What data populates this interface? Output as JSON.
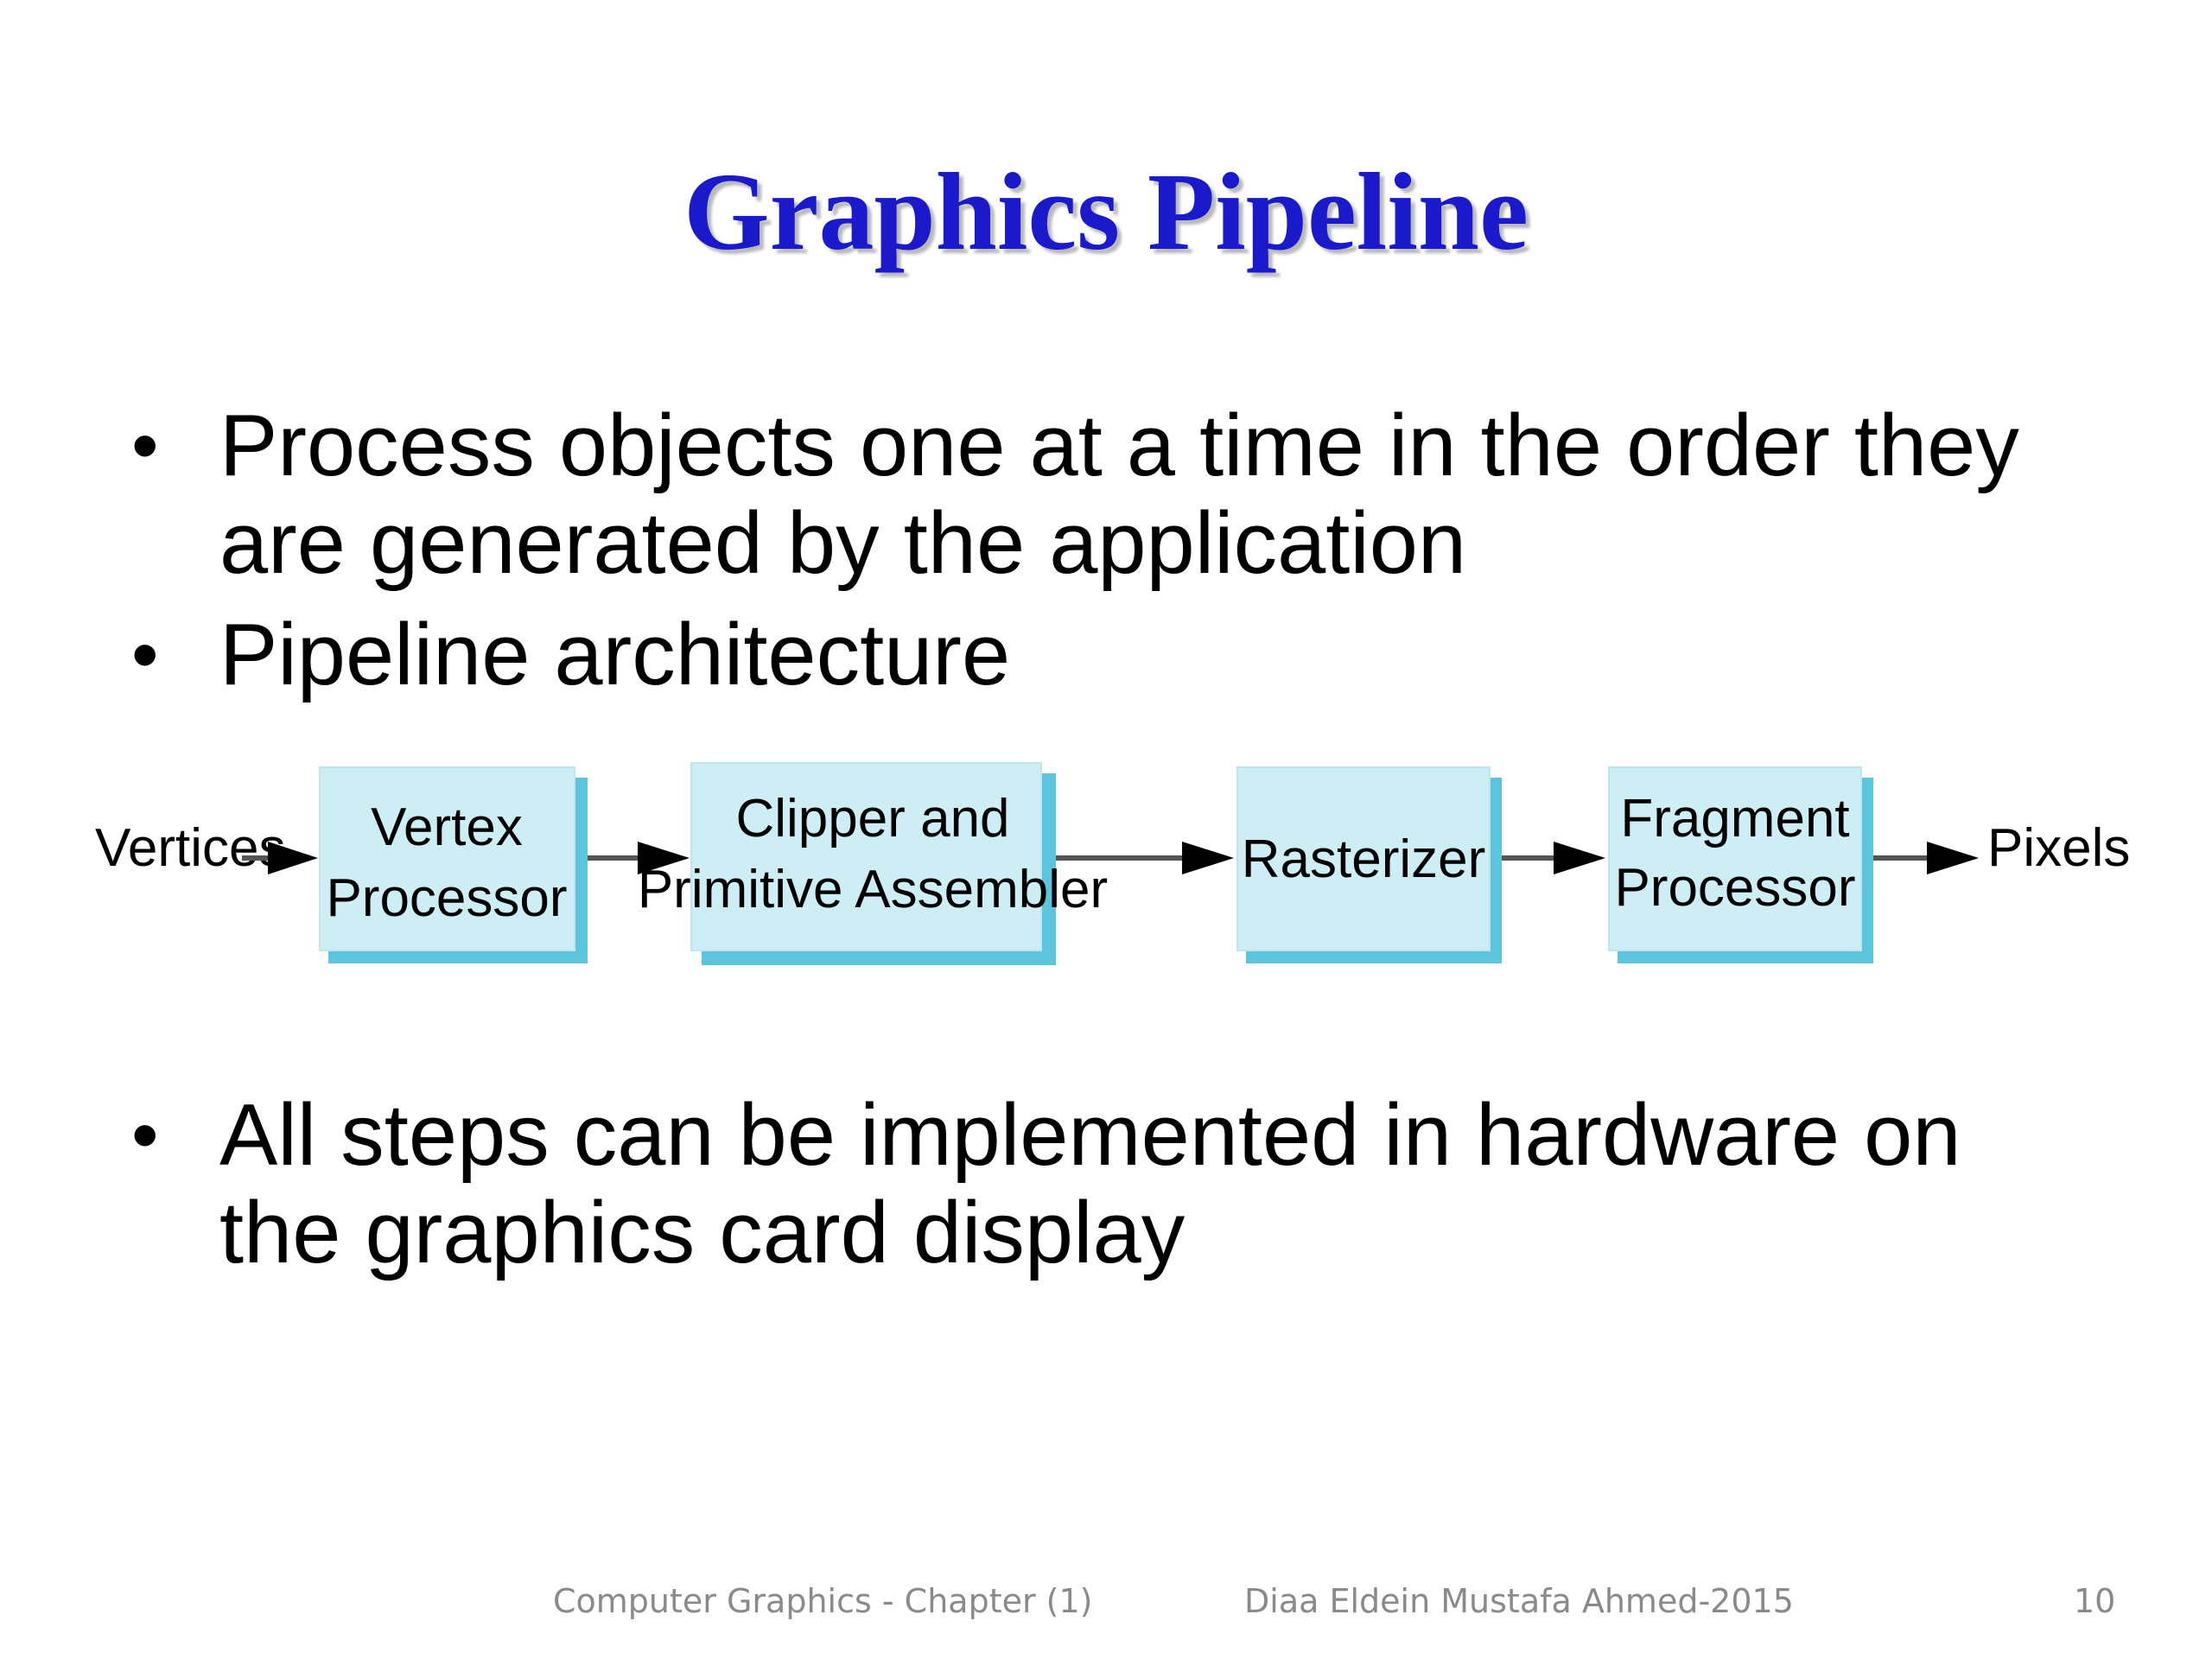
{
  "slide": {
    "title": "Graphics Pipeline",
    "bullets": [
      {
        "line1": "Process objects one at a time in the order they",
        "line2": "are generated by the application"
      },
      {
        "line1": "Pipeline architecture"
      },
      {
        "line1": "All steps can be implemented in hardware on",
        "line2": "the graphics card display"
      }
    ],
    "bullet_symbol": "•"
  },
  "diagram": {
    "input_label": "Vertices",
    "output_label": "Pixels",
    "stages": [
      {
        "line1": "Vertex",
        "line2": "Processor"
      },
      {
        "line1": "Clipper and",
        "line2": "Primitive Assembler"
      },
      {
        "line1": "Rasterizer"
      },
      {
        "line1": "Fragment",
        "line2": "Processor"
      }
    ],
    "box_fill": "#cdeef4",
    "box_shadow": "#5cc4dc"
  },
  "footer": {
    "course": "Computer Graphics - Chapter (1)",
    "author": "Diaa Eldein Mustafa Ahmed-2015",
    "page_number": "10"
  }
}
